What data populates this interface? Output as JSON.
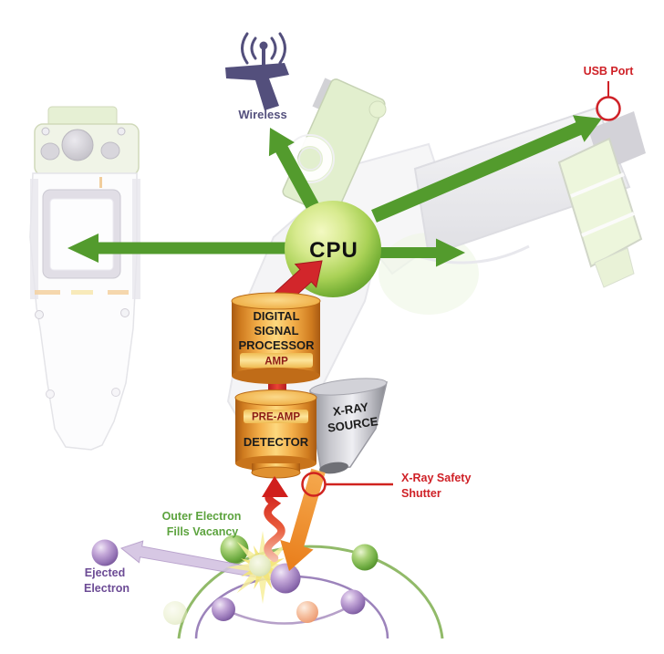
{
  "device": {
    "wireless_label": "Wireless",
    "usb_label": "USB Port",
    "cpu_label": "CPU"
  },
  "signal_chain": {
    "dsp_line1": "DIGITAL",
    "dsp_line2": "SIGNAL",
    "dsp_line3": "PROCESSOR",
    "amp_label": "AMP",
    "preamp_label": "PRE-AMP",
    "detector_label": "DETECTOR",
    "xray_line1": "X-RAY",
    "xray_line2": "SOURCE",
    "shutter_line1": "X-Ray Safety",
    "shutter_line2": "Shutter"
  },
  "atom": {
    "outer_line1": "Outer Electron",
    "outer_line2": "Fills Vacancy",
    "ejected_line1": "Ejected",
    "ejected_line2": "Electron"
  },
  "colors": {
    "green_arrow": "#539b2d",
    "red": "#cf2127",
    "orange_cylinder": "#e89030",
    "orange_beam": "#ef8d25",
    "navy_wireless": "#55517e",
    "green_label": "#5ca33e",
    "purple_label": "#6c4b95",
    "cpu_green": "#8fc045",
    "source_gray": "#c6c6cc",
    "burst_yellow": "#f7ef9b"
  },
  "icons": {
    "wireless": "wireless-handheld-antenna-icon",
    "usb_port": "usb-port-circle-marker",
    "safety_shutter": "shutter-circle-marker"
  }
}
